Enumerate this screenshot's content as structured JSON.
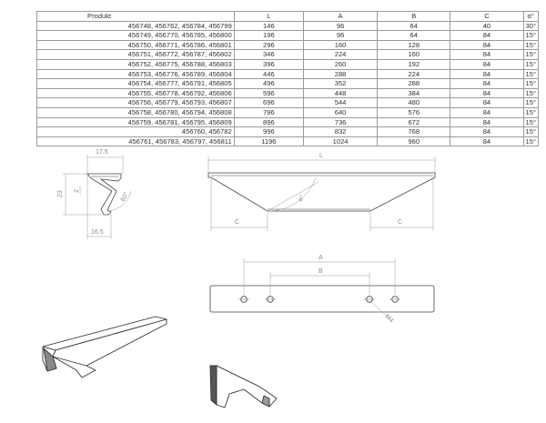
{
  "table": {
    "headers": [
      "Produkt",
      "L",
      "A",
      "B",
      "C",
      "α°"
    ],
    "rows": [
      [
        "456748, 456762, 456784, 456799",
        "146",
        "96",
        "64",
        "40",
        "30°"
      ],
      [
        "456749, 456770, 456785, 456800",
        "196",
        "96",
        "64",
        "84",
        "15°"
      ],
      [
        "456750, 456771, 456786, 456801",
        "296",
        "160",
        "128",
        "84",
        "15°"
      ],
      [
        "456751, 456772, 456787, 456802",
        "346",
        "224",
        "160",
        "84",
        "15°"
      ],
      [
        "456752, 456775, 456788, 456803",
        "396",
        "260",
        "192",
        "84",
        "15°"
      ],
      [
        "456753, 456776, 456789, 456804",
        "446",
        "288",
        "224",
        "84",
        "15°"
      ],
      [
        "456754, 456777, 456791, 456805",
        "496",
        "352",
        "288",
        "84",
        "15°"
      ],
      [
        "456755, 456778, 456792, 456806",
        "596",
        "448",
        "384",
        "84",
        "15°"
      ],
      [
        "456756, 456779, 456793, 456807",
        "696",
        "544",
        "480",
        "84",
        "15°"
      ],
      [
        "456758, 456780, 456794, 456808",
        "796",
        "640",
        "576",
        "84",
        "15°"
      ],
      [
        "456759, 456781, 456795, 456809",
        "896",
        "736",
        "672",
        "84",
        "15°"
      ],
      [
        "456760, 456782",
        "996",
        "832",
        "768",
        "84",
        "15°"
      ],
      [
        "456761, 456783, 456797, 456811",
        "1196",
        "1024",
        "960",
        "84",
        "15°"
      ]
    ]
  },
  "drawing": {
    "profile_width_top": "17.5",
    "profile_width_bottom": "16.5",
    "profile_height": "23",
    "lip_height": "2",
    "profile_angle": "60°",
    "length_label": "L",
    "angle_label": "α°",
    "left_offset_label": "C",
    "right_offset_label": "C",
    "hole_spacing_outer_label": "A",
    "hole_spacing_inner_label": "B",
    "thread_label": "M4"
  }
}
